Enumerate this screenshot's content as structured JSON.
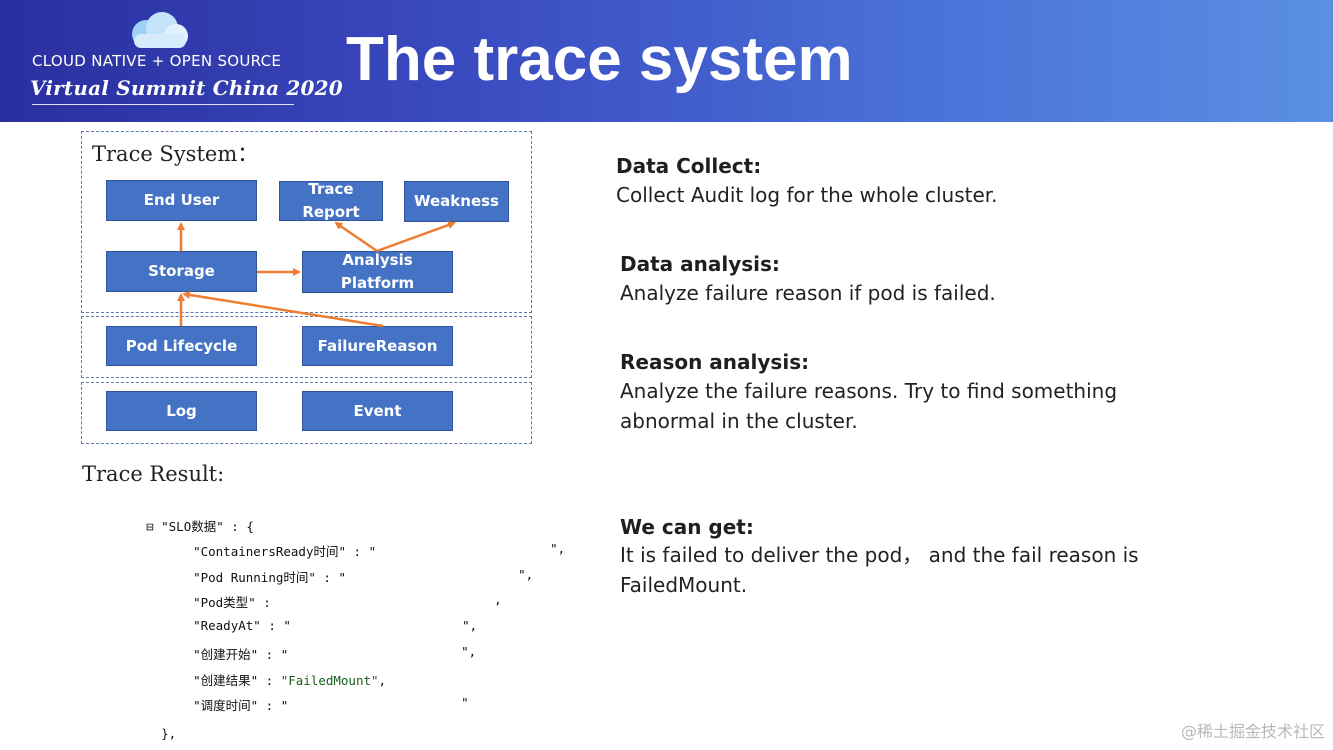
{
  "header": {
    "event_name": "CLOUD NATIVE + OPEN SOURCE",
    "event_sub": "Virtual Summit China 2020",
    "title": "The trace system",
    "logo_icon": "cloud-logo-icon"
  },
  "diagram": {
    "title": "Trace System：",
    "nodes": {
      "end_user": "End User",
      "trace_report_1": "Trace",
      "trace_report_2": "Report",
      "weakness": "Weakness",
      "storage": "Storage",
      "analysis_1": "Analysis",
      "analysis_2": "Platform",
      "pod_lifecycle": "Pod Lifecycle",
      "failure_reason": "FailureReason",
      "log": "Log",
      "event": "Event"
    },
    "colors": {
      "node_fill": "#4472c4",
      "arrow": "#ed7d31",
      "group_border": "#5d7ba8"
    }
  },
  "result": {
    "title": "Trace Result:",
    "lines": [
      {
        "prefix": "⊟ \"SLO数据\" : {"
      },
      {
        "key": "\"ContainersReady时间\" : \"",
        "end": "\","
      },
      {
        "key": "\"Pod Running时间\" : \"",
        "end": "\","
      },
      {
        "key": "\"Pod类型\" : ",
        "end": ","
      },
      {
        "key": "\"ReadyAt\" : \"",
        "end": "\","
      },
      {
        "key": "\"创建开始\" : \"",
        "end": "\","
      },
      {
        "key": "\"创建结果\" : ",
        "value": "\"FailedMount\"",
        "end": ","
      },
      {
        "key": "\"调度时间\" : \"",
        "end": "\""
      },
      {
        "prefix": "},"
      }
    ]
  },
  "sections": [
    {
      "title": "Data Collect:",
      "body": "Collect Audit log for the whole cluster."
    },
    {
      "title": "Data analysis:",
      "body": "Analyze failure reason if pod is failed."
    },
    {
      "title": "Reason analysis:",
      "body": "Analyze the failure reasons. Try to find something abnormal in the cluster."
    },
    {
      "title": "We can get:",
      "body": "It is failed to deliver the pod， and the fail reason is FailedMount."
    }
  ],
  "watermark": "@稀土掘金技术社区"
}
